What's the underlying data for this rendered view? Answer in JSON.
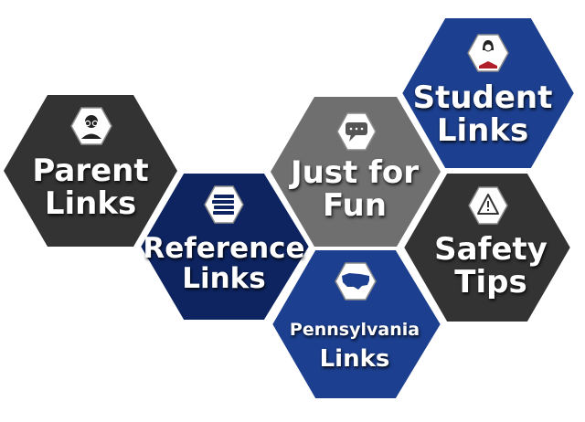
{
  "colors": {
    "dark_gray": "#333333",
    "medium_gray": "#6f6f6f",
    "navy": "#0d2461",
    "royal_blue": "#1c3f8f",
    "label_text": "#ffffff"
  },
  "hexagons": [
    {
      "id": "parent",
      "line1": "Parent",
      "line2": "Links",
      "icon": "teacher-glasses-icon"
    },
    {
      "id": "reference",
      "line1": "Reference",
      "line2": "Links",
      "icon": "book-stack-icon"
    },
    {
      "id": "fun",
      "line1": "Just for",
      "line2": "Fun",
      "icon": "speech-bubble-icon"
    },
    {
      "id": "student",
      "line1": "Student",
      "line2": "Links",
      "icon": "student-reading-icon"
    },
    {
      "id": "safety",
      "line1": "Safety",
      "line2": "Tips",
      "icon": "warning-triangle-icon"
    },
    {
      "id": "pennsylvania",
      "line1": "Pennsylvania",
      "line2": "Links",
      "icon": "usa-map-icon"
    }
  ]
}
